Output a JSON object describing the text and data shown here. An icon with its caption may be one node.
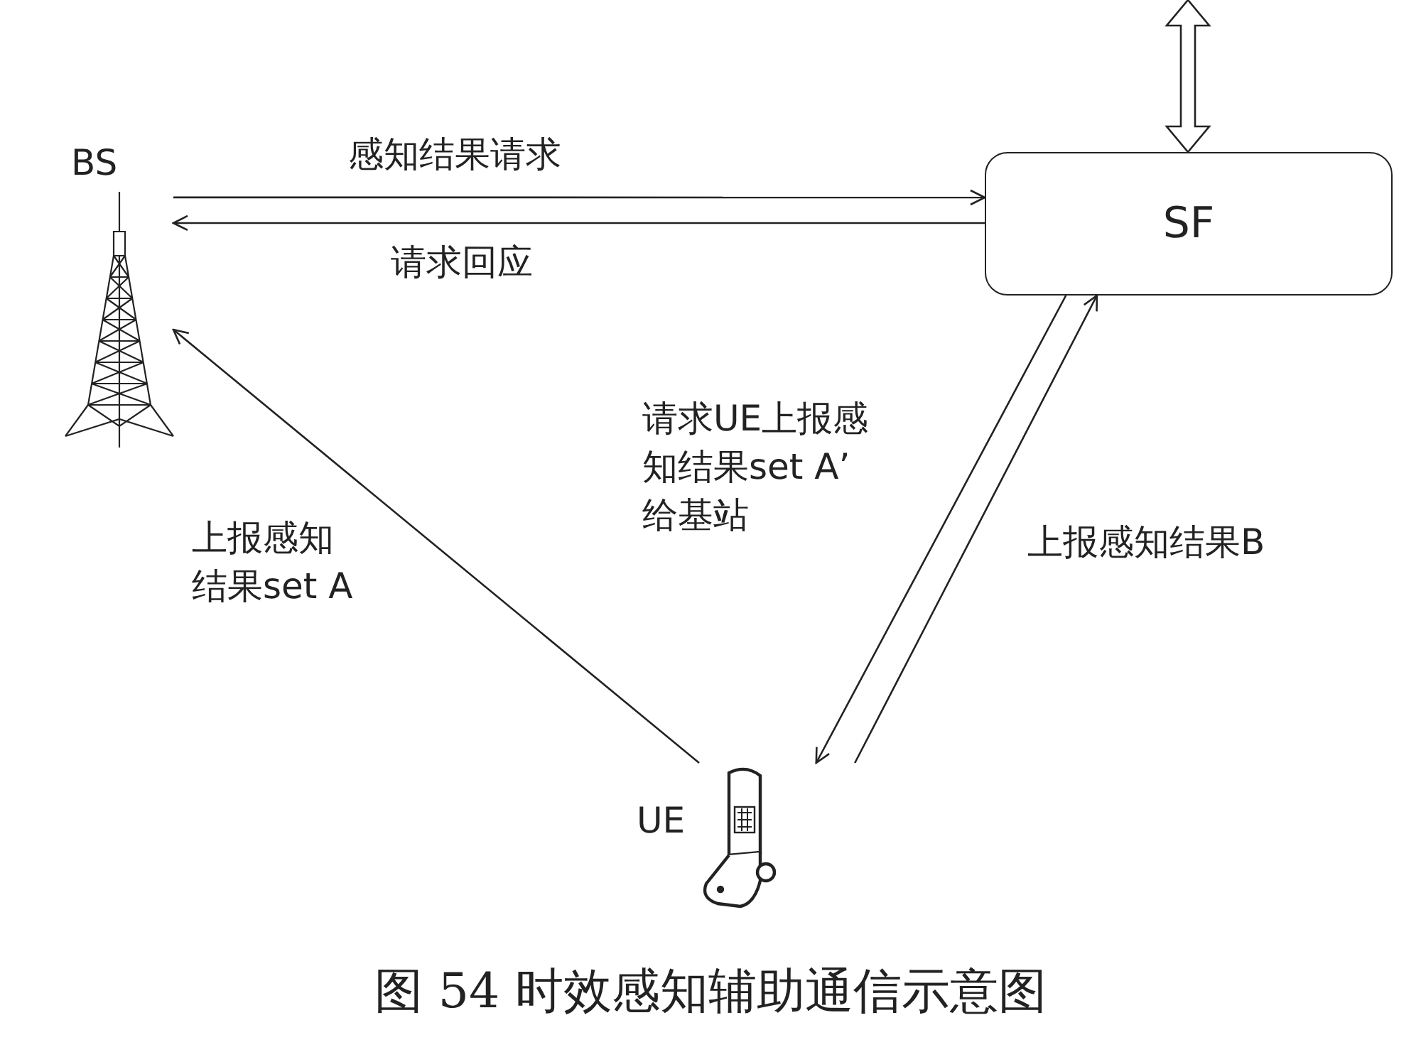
{
  "diagram": {
    "caption": "图 54 时效感知辅助通信示意图",
    "nodes": [
      {
        "text": [
          "BS"
        ]
      },
      {
        "text": [
          "SF"
        ]
      },
      {
        "text": [
          "UE"
        ]
      }
    ],
    "edges": [
      {
        "from": 0,
        "to": 1,
        "arrow": "to",
        "label": "感知结果请求"
      },
      {
        "from": 1,
        "to": 0,
        "arrow": "to",
        "label": "请求回应"
      },
      {
        "from": 2,
        "to": 0,
        "arrow": "to",
        "label": "上报感知结果set A"
      },
      {
        "from": 1,
        "to": 2,
        "arrow": "to",
        "label": "请求UE上报感知结果set A’ 给基站"
      },
      {
        "from": 2,
        "to": 1,
        "arrow": "to",
        "label": "上报感知结果B"
      },
      {
        "from": null,
        "to": 1,
        "arrow": "both"
      }
    ]
  }
}
